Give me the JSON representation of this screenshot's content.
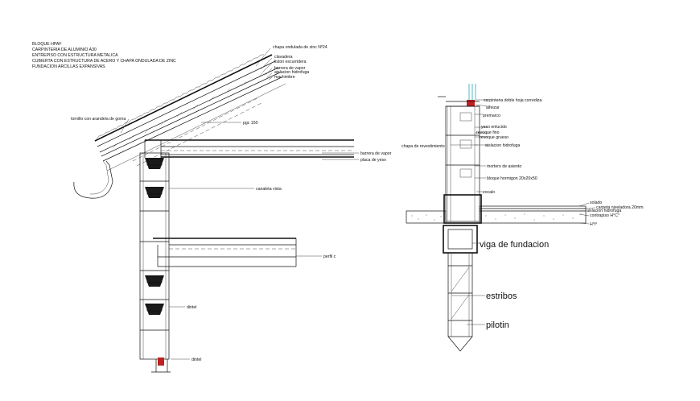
{
  "notes": [
    "BLOQUE HPAF",
    "CARPINTERIA DE ALUMINIO A30",
    "ENTREPISO CON ESTRUCTURA METALICA",
    "CUBIERTA CON ESTRUCTURA DE ACERO Y CHAPA ONDULADA DE ZINC",
    "FUNDACION ARCILLAS EXPANSIVAS"
  ],
  "left_detail": {
    "chapa": "chapa ondulada de zinc Nº24",
    "clavadera": "clavadera",
    "liston": "liston escurridera",
    "barrera_techo": "barrera de vapor",
    "aislacion_techo": "aislacion hidrofuga",
    "machimbre": "machimbre",
    "tornillo": "tornillo con arandela de goma",
    "pgc": "pgc 150",
    "barrera_cielo": "barrera de vapor",
    "placa": "placa de yeso",
    "canaleta": "canaleta vista",
    "perfil": "perfil c",
    "dintel": "dintel",
    "dintel_bottom": "dintel"
  },
  "right_detail": {
    "carpinteria": "carpinteria doble hoja corrediza",
    "alfeizar": "alfeizar",
    "premarco": "premarco",
    "yeso_enlucido": "yeso enlucido",
    "revoque_fino": "revoque fino",
    "revoque_grueso": "revoque grueso",
    "aislacion_muro": "aislacion hidrofuga",
    "mortero": "mortero de asiento",
    "bloque": "bloque hormigon 20x20x50",
    "zocalo": "zocalo",
    "solado": "solado",
    "carpeta": "carpeta niveladora 20mm",
    "aislacion_piso": "aislacion hidrofuga",
    "contrapiso": "contrapiso H°C°",
    "hoi": "H°I°",
    "viga": "viga de fundacion",
    "estribos": "estribos",
    "pilotin": "pilotin",
    "left_label": "chapa de revestimiento"
  }
}
